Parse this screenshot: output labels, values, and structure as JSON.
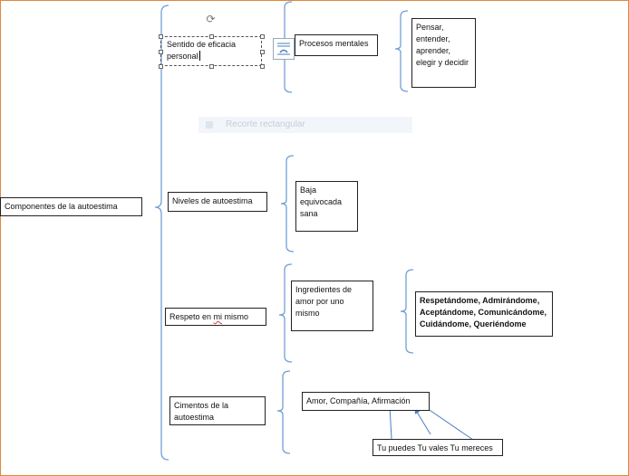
{
  "nodes": {
    "root": "Componentes de la autoestima",
    "eficacia": "Sentido de eficacia personal",
    "procesos": "Procesos mentales",
    "pensar": "Pensar, entender, aprender, elegir y decidir",
    "niveles": "Niveles de autoestima",
    "baja": "Baja equivocada sana",
    "respeto_pre": "Respeto en ",
    "respeto_mi": "mi",
    "respeto_post": " mismo",
    "ingredientes": "Ingredientes de amor por uno mismo",
    "respetandome": "Respetándome, Admirándome, Aceptándome, Comunicándome, Cuidándome, Queriéndome",
    "cimentos": "Cimentos de la autoestima",
    "amor": "Amor, Compañía, Afirmación",
    "tu_puedes": "Tu puedes Tu vales Tu mereces"
  },
  "ghost_hint": "Recorte rectangular",
  "colors": {
    "frame": "#e0883a",
    "bracket": "#6fa0d8",
    "arrow": "#4a7fc0"
  },
  "icons": [
    "rotate-handle-icon",
    "layout-options-icon"
  ]
}
